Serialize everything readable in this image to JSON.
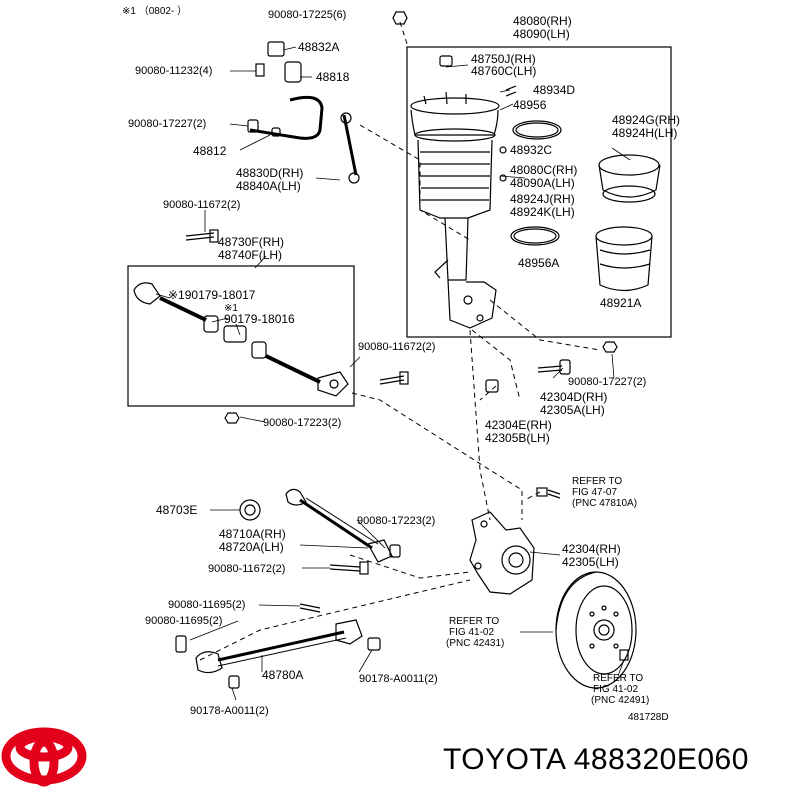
{
  "note_top": "※1 （0802-      ）",
  "labels": {
    "p90080_17225": "90080-17225(6)",
    "p48832A": "48832A",
    "p90080_11232": "90080-11232(4)",
    "p48818": "48818",
    "p90080_17227a": "90080-17227(2)",
    "p48812": "48812",
    "p48830D": "48830D(RH)",
    "p48840A": "48840A(LH)",
    "p90080_11672a": "90080-11672(2)",
    "p48730F": "48730F(RH)",
    "p48740F": "48740F(LH)",
    "p190179": "※190179-18017",
    "pmark1": "※1",
    "p90179_18016": "90179-18016",
    "p90080_11672b": "90080-11672(2)",
    "p90080_17223a": "90080-17223(2)",
    "p48080": "48080(RH)",
    "p48090": "48090(LH)",
    "p48750J": "48750J(RH)",
    "p48760C": "48760C(LH)",
    "p48934D": "48934D",
    "p48956": "48956",
    "p48924G": "48924G(RH)",
    "p48924H": "48924H(LH)",
    "p48932C": "48932C",
    "p48080C": "48080C(RH)",
    "p48090A": "48090A(LH)",
    "p48924J": "48924J(RH)",
    "p48924K": "48924K(LH)",
    "p48956A": "48956A",
    "p48921A": "48921A",
    "p90080_17227b": "90080-17227(2)",
    "p42304D": "42304D(RH)",
    "p42305A": "42305A(LH)",
    "p42304E": "42304E(RH)",
    "p42305B": "42305B(LH)",
    "p48703E": "48703E",
    "p48710A": "48710A(RH)",
    "p48720A": "48720A(LH)",
    "p90080_17223b": "90080-17223(2)",
    "p90080_11672c": "90080-11672(2)",
    "ref47_1": "REFER TO",
    "ref47_2": "FIG 47-07",
    "ref47_3": "(PNC 47810A)",
    "p42304": "42304(RH)",
    "p42305": "42305(LH)",
    "p90080_11695a": "90080-11695(2)",
    "p90080_11695b": "90080-11695(2)",
    "ref41a_1": "REFER TO",
    "ref41a_2": "FIG 41-02",
    "ref41a_3": "(PNC 42431)",
    "p48780A": "48780A",
    "p90178_a": "90178-A0011(2)",
    "p90178_b": "90178-A0011(2)",
    "ref41b_1": "REFER TO",
    "ref41b_2": "FIG 41-02",
    "ref41b_3": "(PNC 42491)",
    "fig_no": "481728D"
  },
  "caption": "TOYOTA 488320E060",
  "colors": {
    "logo": "#e3001b",
    "ink": "#000000"
  },
  "icons": [
    "toyota-logo-icon"
  ]
}
